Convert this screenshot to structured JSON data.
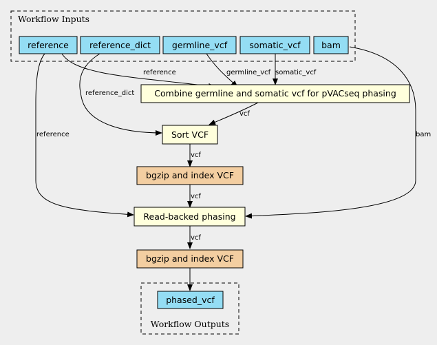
{
  "colors": {
    "background": "#eeeeee",
    "input_output_node": "#94ddf4",
    "step_node": "#ffffdc",
    "compress_node": "#f3cea1",
    "stroke": "#000000"
  },
  "clusters": {
    "inputs_label": "Workflow Inputs",
    "outputs_label": "Workflow Outputs"
  },
  "nodes": {
    "reference": "reference",
    "reference_dict": "reference_dict",
    "germline_vcf": "germline_vcf",
    "somatic_vcf": "somatic_vcf",
    "bam": "bam",
    "combine": "Combine germline and somatic vcf for pVACseq phasing",
    "sort": "Sort VCF",
    "bgzip1": "bgzip and index VCF",
    "phasing": "Read-backed phasing",
    "bgzip2": "bgzip and index VCF",
    "phased_vcf": "phased_vcf"
  },
  "edges": {
    "reference_to_combine": "reference",
    "germline_to_combine": "germline_vcf",
    "somatic_to_combine": "somatic_vcf",
    "reference_dict_to_sort": "reference_dict",
    "combine_to_sort": "vcf",
    "sort_to_bgzip1": "vcf",
    "reference_to_phasing": "reference",
    "bam_to_phasing": "bam",
    "bgzip1_to_phasing": "vcf",
    "phasing_to_bgzip2": "vcf"
  }
}
